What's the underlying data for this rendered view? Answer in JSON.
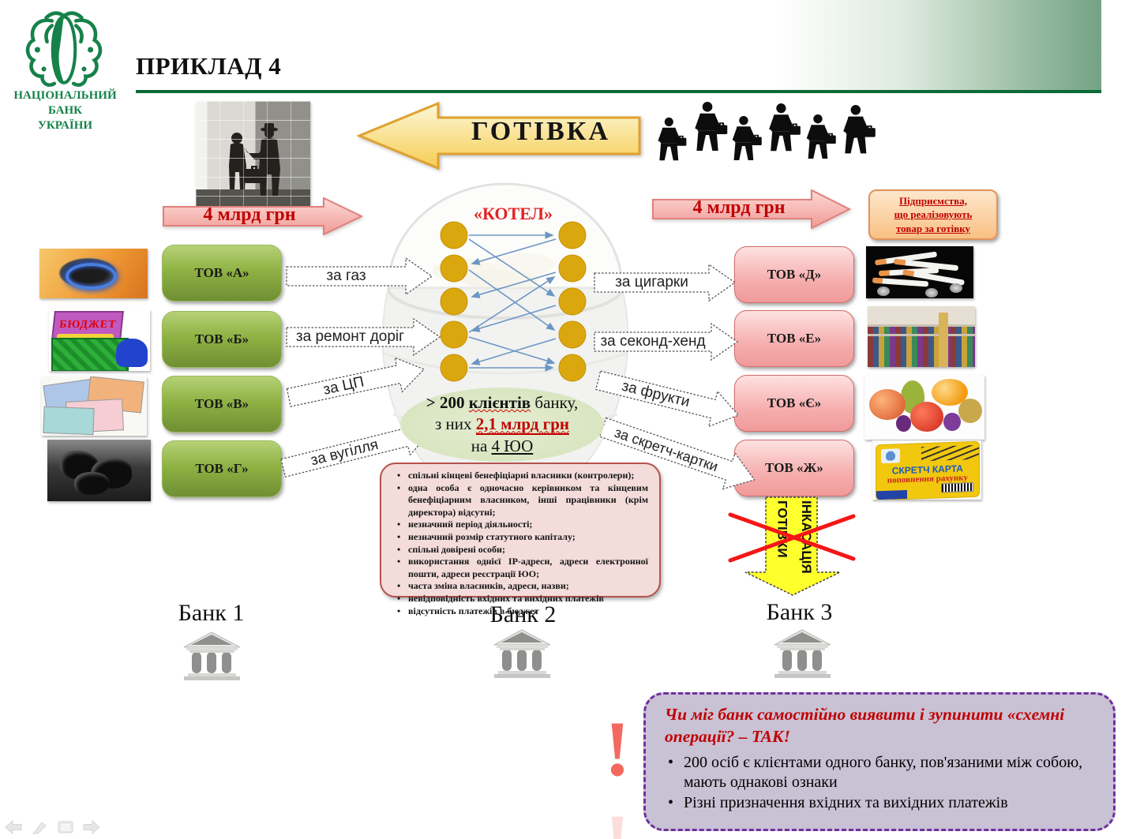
{
  "slide": {
    "title": "ПРИКЛАД 4"
  },
  "logo": {
    "name_lines": [
      "НАЦІОНАЛЬНИЙ",
      "БАНК",
      "УКРАЇНИ"
    ],
    "emblem_icon": "nbu-emblem-icon",
    "color": "#17814a"
  },
  "top_flow": {
    "cash_label": "ГОТІВКА",
    "left_amount": "4 млрд грн",
    "right_amount": "4 млрд грн",
    "cauldron_label": "«КОТЕЛ»",
    "handshake_image": "handshake-silhouette-photo",
    "businessmen_icon": "businessmen-with-briefcases-silhouettes",
    "enterprises_note_lines": [
      "Підприємства,",
      "що реалізовують",
      "товар за готівку"
    ]
  },
  "left_companies": [
    {
      "name": "ТОВ «А»",
      "payment": "за газ",
      "image": "gas-burner-photo"
    },
    {
      "name": "ТОВ «Б»",
      "payment": "за ремонт доріг",
      "image": "budget-chest-cartoon"
    },
    {
      "name": "ТОВ «В»",
      "payment": "за ЦП",
      "image": "securities-certificates-photo"
    },
    {
      "name": "ТОВ «Г»",
      "payment": "за вугілля",
      "image": "coal-photo"
    }
  ],
  "right_companies": [
    {
      "name": "ТОВ «Д»",
      "payment": "за цигарки",
      "image": "cigarettes-photo"
    },
    {
      "name": "ТОВ «Е»",
      "payment": "за секонд-хенд",
      "image": "second-hand-store-photo"
    },
    {
      "name": "ТОВ «Є»",
      "payment": "за фрукти",
      "image": "fruits-photo"
    },
    {
      "name": "ТОВ «Ж»",
      "payment": "за скретч-картки",
      "image": "scratch-card-photo"
    }
  ],
  "budget_image_label": "БЮДЖЕТ",
  "scratch_card": {
    "title": "СКРЕТЧ КАРТА",
    "subtitle": "поповнення рахунку"
  },
  "clients_ellipse": {
    "l1_pre": "> 200 ",
    "l1_wavy": "клієнтів",
    "l1_rest": " банку,",
    "l2_plain": "з них ",
    "l2_red": "2,1 млрд грн",
    "l3_plain": "на ",
    "l3_underline": "4 ЮО"
  },
  "risk_signs": [
    "спільні кінцеві бенефіціарні власники (контролери);",
    "одна особа є одночасно керівником та кінцевим бенефіціарним власником, інші працівники (крім директора) відсутні;",
    "незначний період діяльності;",
    "незначний розмір статутного капіталу;",
    "спільні довірені особи;",
    "використання однієї ІР-адреси, адреси електронної пошти, адреси реєстрації ЮО;",
    "часта зміна власників, адреси, назви;",
    "невідповідність вхідних та вихідних платежів",
    "відсутність платежів в бюджет"
  ],
  "banks": [
    {
      "label": "Банк 1"
    },
    {
      "label": "Банк 2"
    },
    {
      "label": "Банк 3"
    }
  ],
  "cash_collection": {
    "lines": [
      "ІНКАСАЦІЯ",
      "ГОТІВКИ"
    ],
    "crossed_out": true
  },
  "conclusion": {
    "exclamation": "!",
    "title": "Чи міг банк самостійно виявити і зупинити «схемні операції? – ТАК!",
    "bullets": [
      "200 осіб є клієнтами одного банку, пов'язаними між собою, мають однакові ознаки",
      "Різні призначення вхідних та вихідних платежів"
    ]
  },
  "colors": {
    "brand_green": "#17814a",
    "header_line": "#0a6a36",
    "accent_red": "#c00000",
    "kotel_red": "#e32222",
    "gold_node": "#dba70e",
    "flow_blue": "#6b96c4",
    "green_box": "#8fb244",
    "pink_box": "#f6aeae",
    "salmon": "#f4695f",
    "purple": "#7030a0",
    "collection_yellow": "#ffff2e"
  }
}
